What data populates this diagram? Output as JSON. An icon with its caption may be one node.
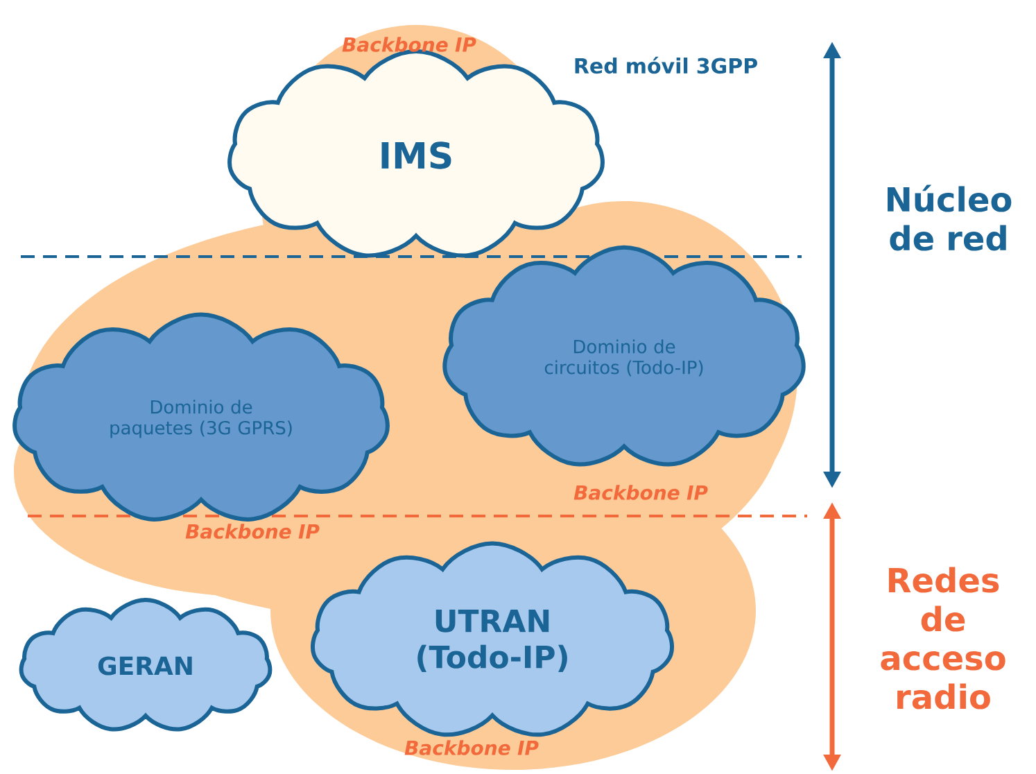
{
  "diagram": {
    "nodes": [
      {
        "text": [
          "IMS"
        ]
      },
      {
        "text": [
          "Dominio de circuitos (Todo-IP)"
        ]
      },
      {
        "text": [
          "Dominio de paquetes (3G GPRS)"
        ]
      },
      {
        "text": [
          "UTRAN (Todo-IP)"
        ]
      },
      {
        "text": [
          "GERAN"
        ]
      }
    ],
    "labels": [
      "Backbone IP",
      "Red móvil 3GPP",
      "Núcleo de red",
      "Backbone IP",
      "Backbone IP",
      "Redes de acceso radio",
      "Backbone IP"
    ]
  }
}
